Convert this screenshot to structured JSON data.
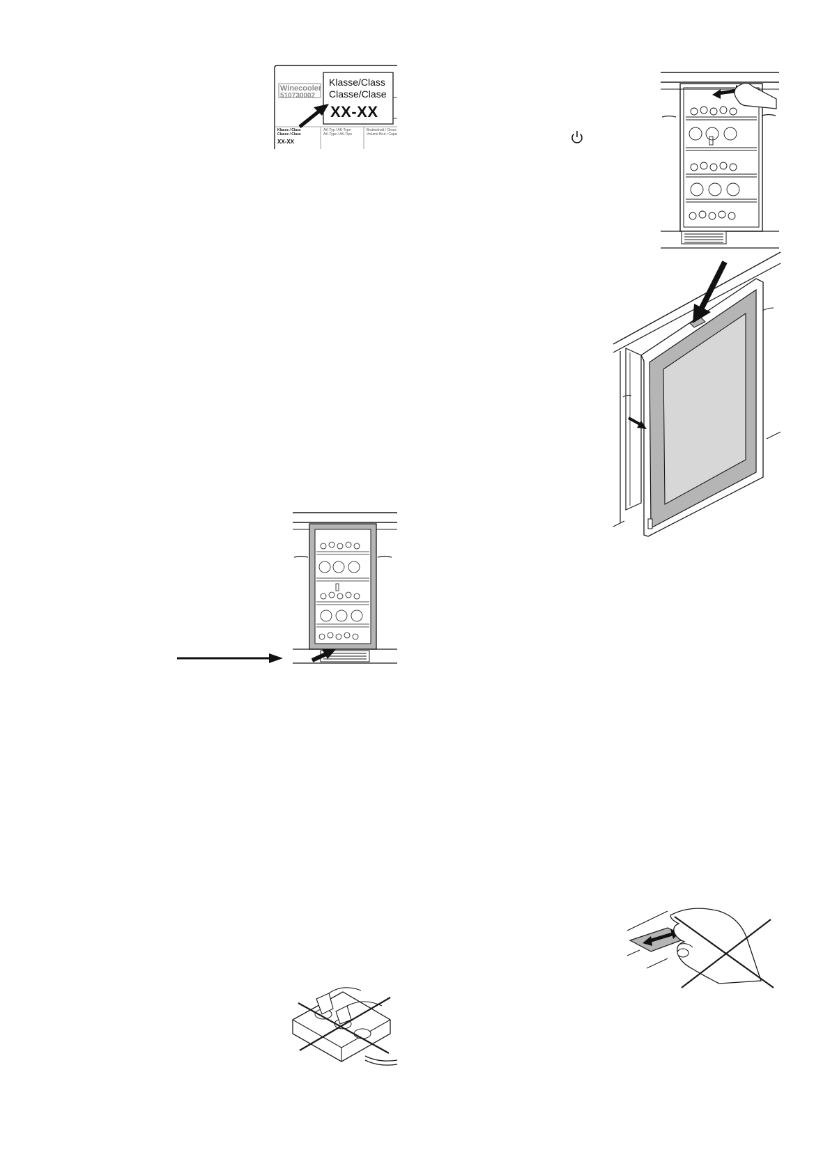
{
  "rating_label": {
    "product_name": "Winecooler",
    "product_number": "510730002",
    "class_heading_line1": "Klasse/Class",
    "class_heading_line2": "Classe/Clase",
    "class_value": "XX-XX",
    "small_class_line1": "Klasse / Class",
    "small_class_line2": "Classe / Clase",
    "small_class_value": "XX-XX",
    "small_type_line1": "AK-Typ / AK-Type",
    "small_type_line2": "AK-Type / AK-Tipo",
    "small_capacity_line1": "Bruttoinhalt / Gross Capacity",
    "small_capacity_line2": "Volume Brut / Capacidad Bruta"
  },
  "icons": {
    "power": "power-icon"
  },
  "colors": {
    "line": "#1a1a1a",
    "frame_gray": "#b5b5b5",
    "glass_gray": "#d7d7d7",
    "label_gray": "#8a8a8a"
  }
}
